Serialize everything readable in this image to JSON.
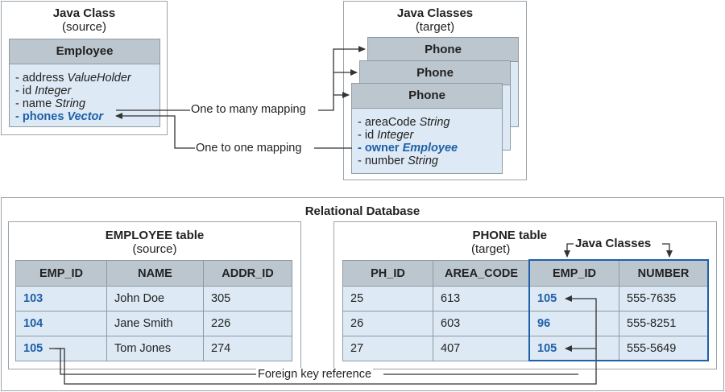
{
  "java_class_source": {
    "title": "Java Class",
    "subtitle": "(source)",
    "class_name": "Employee",
    "attributes": [
      {
        "prefix": "- address ",
        "type": "ValueHolder"
      },
      {
        "prefix": "- id ",
        "type": "Integer"
      },
      {
        "prefix": "- name ",
        "type": "String"
      },
      {
        "prefix": "- phones ",
        "type": "Vector"
      }
    ]
  },
  "java_classes_target": {
    "title": "Java Classes",
    "subtitle": "(target)",
    "class_name": "Phone",
    "attributes": [
      {
        "prefix": "- areaCode ",
        "type": "String"
      },
      {
        "prefix": "- id ",
        "type": "Integer"
      },
      {
        "prefix": "- owner ",
        "type": "Employee"
      },
      {
        "prefix": "- number ",
        "type": "String"
      }
    ]
  },
  "mappings": {
    "one_to_many": "One to many mapping",
    "one_to_one": "One to one mapping"
  },
  "database": {
    "title": "Relational Database",
    "employee_table": {
      "title": "EMPLOYEE table",
      "subtitle": "(source)",
      "columns": [
        "EMP_ID",
        "NAME",
        "ADDR_ID"
      ],
      "rows": [
        [
          "103",
          "John Doe",
          "305"
        ],
        [
          "104",
          "Jane Smith",
          "226"
        ],
        [
          "105",
          "Tom Jones",
          "274"
        ]
      ]
    },
    "phone_table": {
      "title": "PHONE table",
      "subtitle": "(target)",
      "group_label": "Java Classes",
      "columns": [
        "PH_ID",
        "AREA_CODE",
        "EMP_ID",
        "NUMBER"
      ],
      "rows": [
        [
          "25",
          "613",
          "105",
          "555-7635"
        ],
        [
          "26",
          "603",
          "96",
          "555-8251"
        ],
        [
          "27",
          "407",
          "105",
          "555-5649"
        ]
      ]
    },
    "foreign_key_label": "Foreign key reference"
  },
  "colors": {
    "accent": "#1d5fa8",
    "header_fill": "#bcc6ce",
    "cell_fill": "#dde9f4",
    "line": "#333333"
  }
}
